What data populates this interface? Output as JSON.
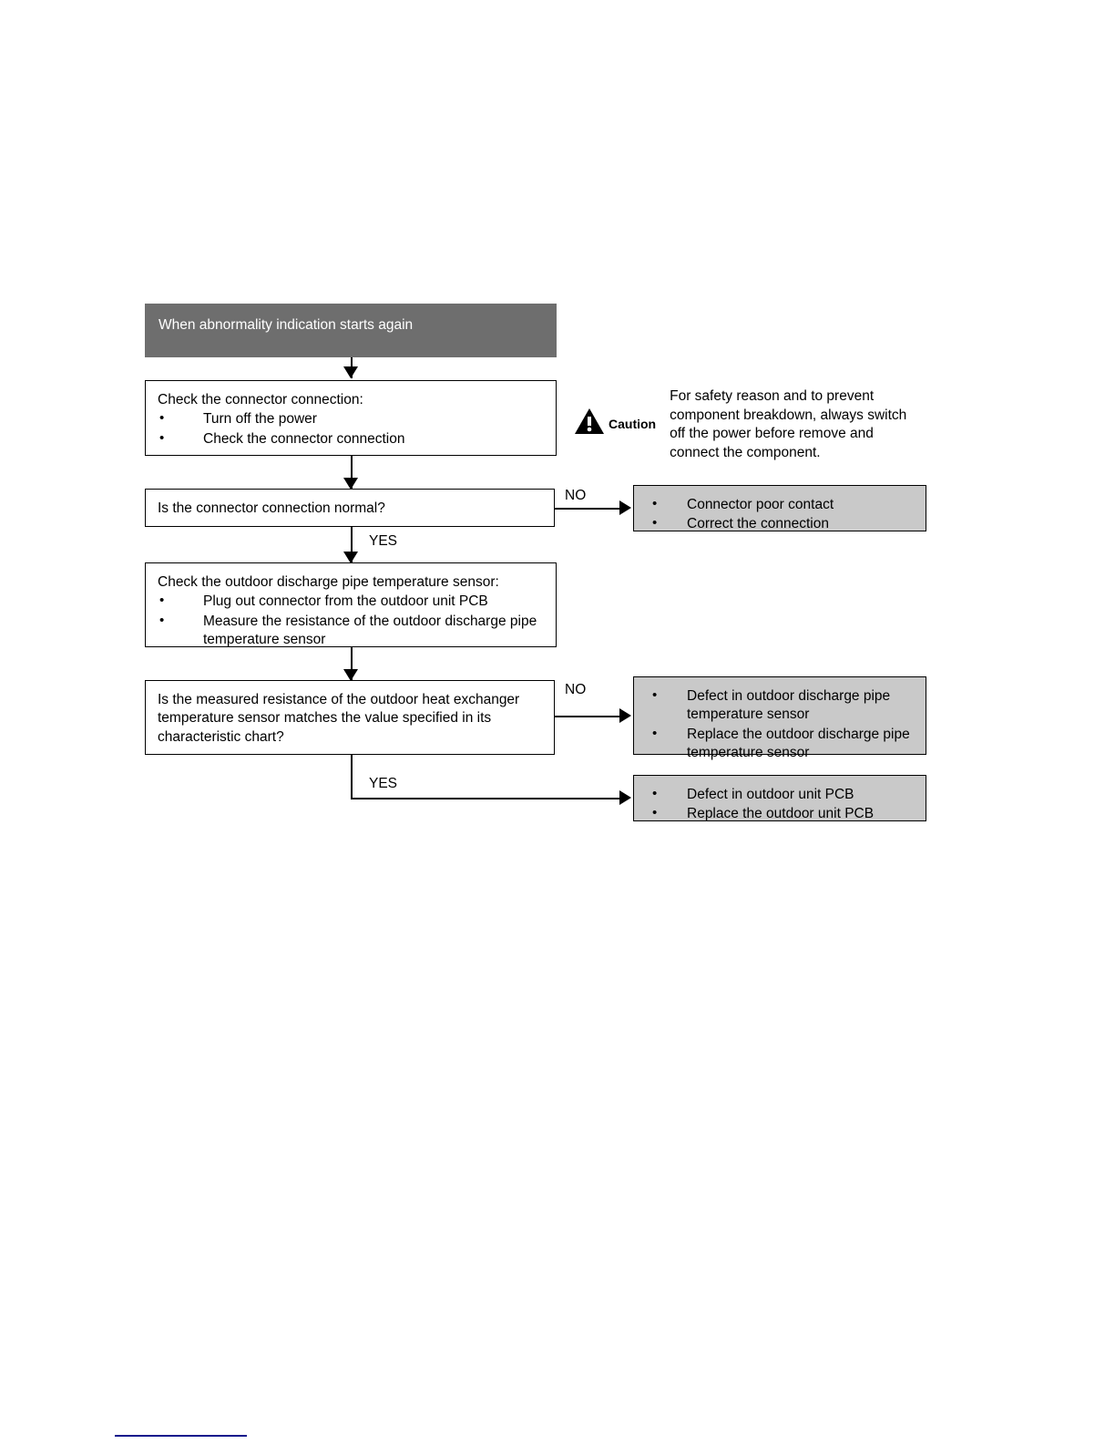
{
  "diagram": {
    "title": "Outdoor discharge pipe temperature sensor troubleshooting flowchart",
    "header": {
      "label": "When abnormality indication starts again"
    },
    "steps": {
      "check_connector": {
        "lead": "Check the connector connection:",
        "items": [
          "Turn off the power",
          "Check the connector connection"
        ]
      },
      "check_sensor": {
        "lead": "Check the outdoor discharge pipe temperature sensor:",
        "items": [
          "Plug out connector from the outdoor unit PCB",
          "Measure the resistance of the outdoor discharge pipe temperature sensor"
        ]
      }
    },
    "decisions": {
      "connector_normal": {
        "question": "Is the connector connection normal?"
      },
      "resistance_match": {
        "question": "Is the measured resistance of the outdoor heat exchanger temperature sensor matches the value specified in its characteristic chart?"
      }
    },
    "results": {
      "connector_fault": {
        "items": [
          "Connector poor contact",
          "Correct the connection"
        ]
      },
      "sensor_fault": {
        "items": [
          "Defect in outdoor discharge pipe temperature sensor",
          "Replace the outdoor discharge pipe temperature sensor"
        ]
      },
      "pcb_fault": {
        "items": [
          "Defect in outdoor unit PCB",
          "Replace the outdoor unit PCB"
        ]
      }
    },
    "edge_labels": {
      "no_1": "NO",
      "yes_1": "YES",
      "no_2": "NO",
      "yes_2": "YES"
    },
    "caution": {
      "icon": "warning-triangle-icon",
      "label": "Caution",
      "text": "For safety reason and to prevent component breakdown, always switch off the power before remove and connect the component."
    },
    "colors": {
      "header_fill": "#6e6e6e",
      "header_text": "#ffffff",
      "result_fill": "#c9c9c9",
      "line": "#000000",
      "footer_rule": "#11188c"
    }
  }
}
